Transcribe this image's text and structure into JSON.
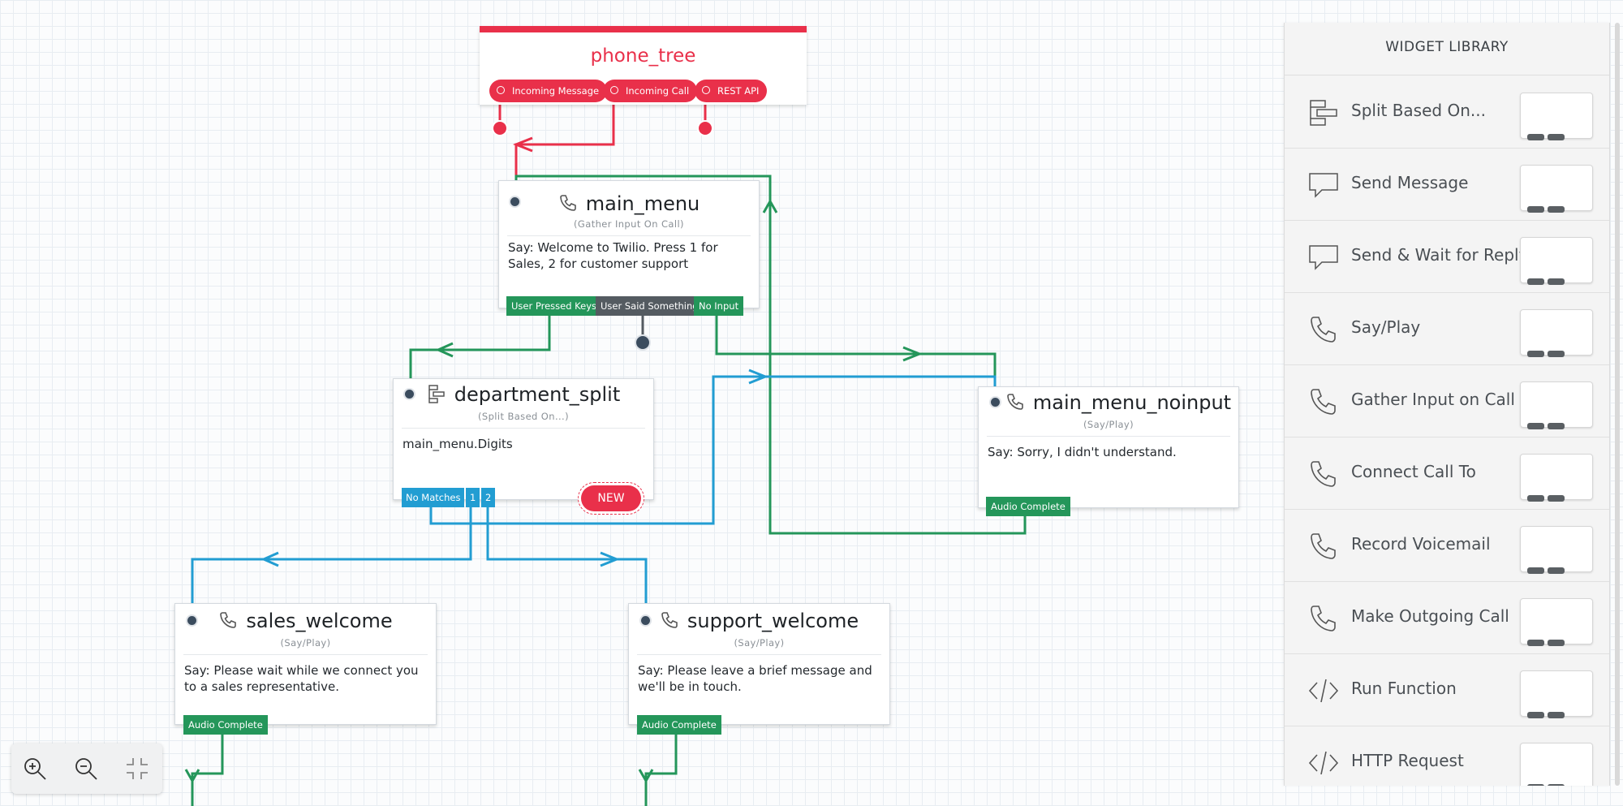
{
  "trigger": {
    "title": "phone_tree",
    "pills": [
      "Incoming Message",
      "Incoming Call",
      "REST API"
    ]
  },
  "widgets": {
    "main_menu": {
      "title": "main_menu",
      "subtitle": "(Gather Input On Call)",
      "body": "Say: Welcome to Twilio. Press 1 for Sales, 2 for customer support",
      "outputs": [
        "User Pressed Keys",
        "User Said Something",
        "No Input"
      ]
    },
    "department_split": {
      "title": "department_split",
      "subtitle": "(Split Based On...)",
      "body": "main_menu.Digits",
      "outputs": [
        "No Matches",
        "1",
        "2"
      ],
      "new_label": "NEW"
    },
    "main_menu_noinput": {
      "title": "main_menu_noinput",
      "subtitle": "(Say/Play)",
      "body": "Say: Sorry, I didn't understand.",
      "outputs": [
        "Audio Complete"
      ]
    },
    "sales_welcome": {
      "title": "sales_welcome",
      "subtitle": "(Say/Play)",
      "body": "Say: Please wait while we connect you to a sales representative.",
      "outputs": [
        "Audio Complete"
      ]
    },
    "support_welcome": {
      "title": "support_welcome",
      "subtitle": "(Say/Play)",
      "body": "Say: Please leave a brief message and we'll be in touch.",
      "outputs": [
        "Audio Complete"
      ]
    }
  },
  "library": {
    "title": "WIDGET LIBRARY",
    "items": [
      {
        "label": "Split Based On...",
        "icon": "split-icon"
      },
      {
        "label": "Send Message",
        "icon": "message-icon"
      },
      {
        "label": "Send & Wait for Reply",
        "icon": "message-icon"
      },
      {
        "label": "Say/Play",
        "icon": "phone-icon"
      },
      {
        "label": "Gather Input on Call",
        "icon": "phone-icon"
      },
      {
        "label": "Connect Call To",
        "icon": "phone-icon"
      },
      {
        "label": "Record Voicemail",
        "icon": "phone-icon"
      },
      {
        "label": "Make Outgoing Call",
        "icon": "phone-icon"
      },
      {
        "label": "Run Function",
        "icon": "code-icon"
      },
      {
        "label": "HTTP Request",
        "icon": "code-icon"
      }
    ]
  },
  "zoom_controls": [
    "zoom-in-icon",
    "zoom-out-icon",
    "fit-icon"
  ],
  "colors": {
    "trigger": "#e9304a",
    "green_wire": "#24965a",
    "blue_wire": "#229dd2",
    "node": "#3b4c5e",
    "gray_tag": "#545b61"
  }
}
